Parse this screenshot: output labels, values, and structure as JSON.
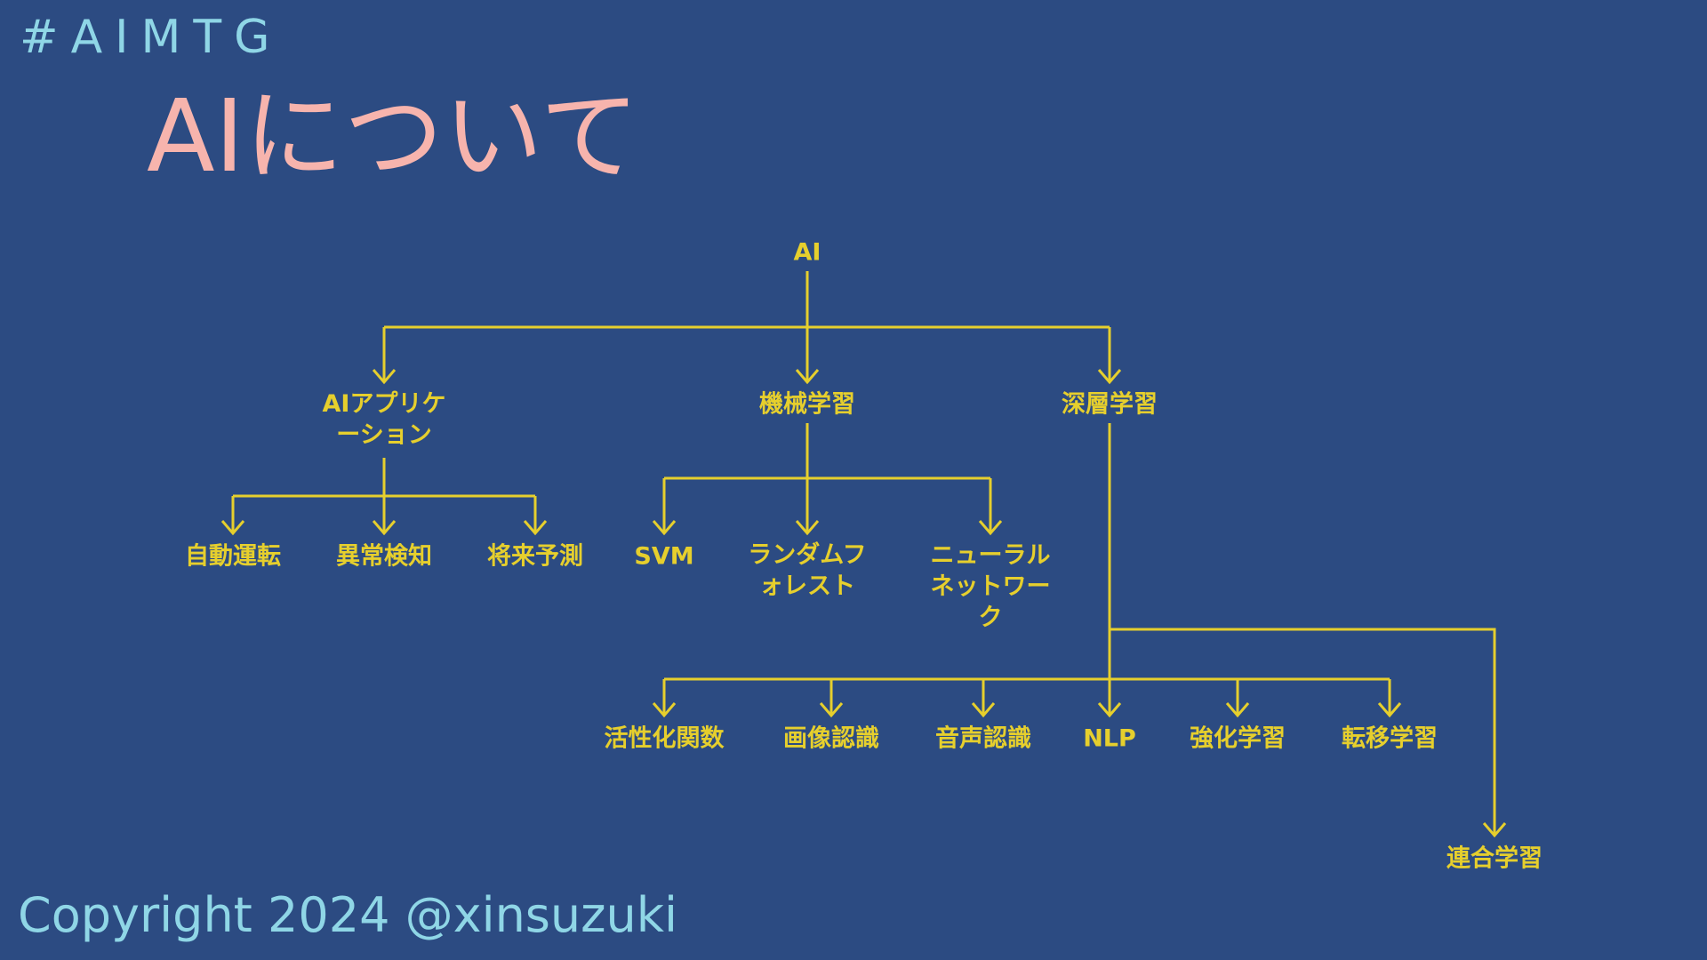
{
  "header": {
    "hashtag": "#AIMTG",
    "title": "AIについて"
  },
  "footer": {
    "copyright": "Copyright 2024 @xinsuzuki"
  },
  "diagram": {
    "line_color": "#e6cf2d",
    "nodes": {
      "ai": "AI",
      "ai_app": "AIアプリケ\nーション",
      "ml": "機械学習",
      "dl": "深層学習",
      "autonomous_driving": "自動運転",
      "anomaly_detection": "異常検知",
      "forecasting": "将来予測",
      "svm": "SVM",
      "random_forest": "ランダムフ\nォレスト",
      "neural_network": "ニューラル\nネットワー\nク",
      "activation_function": "活性化関数",
      "image_recognition": "画像認識",
      "speech_recognition": "音声認識",
      "nlp": "NLP",
      "reinforcement_learning": "強化学習",
      "transfer_learning": "転移学習",
      "federated_learning": "連合学習"
    },
    "edges": [
      [
        "ai",
        "ai_app"
      ],
      [
        "ai",
        "ml"
      ],
      [
        "ai",
        "dl"
      ],
      [
        "ai_app",
        "autonomous_driving"
      ],
      [
        "ai_app",
        "anomaly_detection"
      ],
      [
        "ai_app",
        "forecasting"
      ],
      [
        "ml",
        "svm"
      ],
      [
        "ml",
        "random_forest"
      ],
      [
        "ml",
        "neural_network"
      ],
      [
        "dl",
        "activation_function"
      ],
      [
        "dl",
        "image_recognition"
      ],
      [
        "dl",
        "speech_recognition"
      ],
      [
        "dl",
        "nlp"
      ],
      [
        "dl",
        "reinforcement_learning"
      ],
      [
        "dl",
        "transfer_learning"
      ],
      [
        "dl",
        "federated_learning"
      ]
    ]
  }
}
